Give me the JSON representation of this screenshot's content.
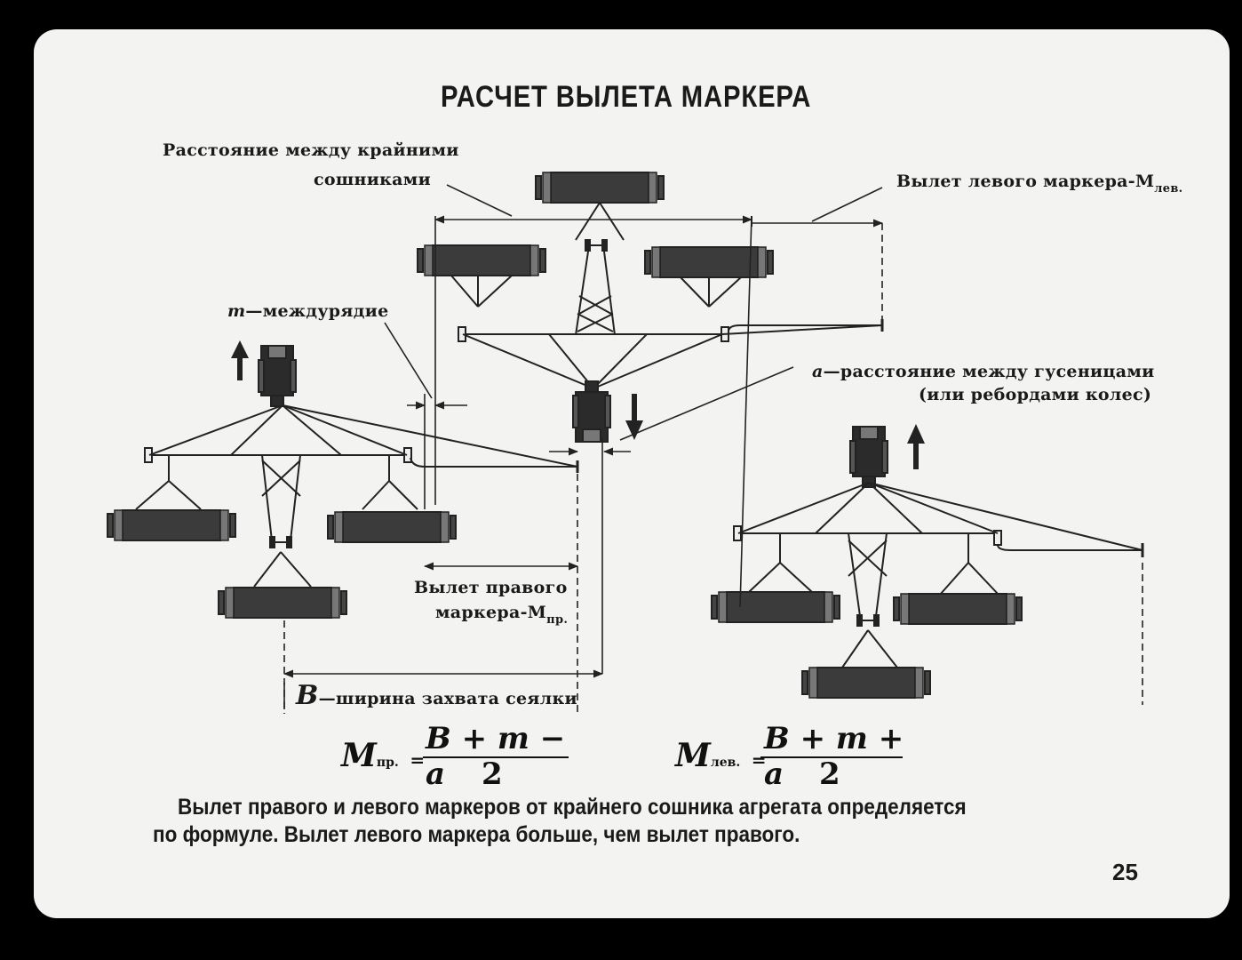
{
  "title": "РАСЧЕТ ВЫЛЕТА МАРКЕРА",
  "labels": {
    "coulter_distance_line1": "Расстояние между крайними",
    "coulter_distance_line2": "сошниками",
    "left_marker": "Вылет левого маркера-М",
    "left_marker_sub": "лев.",
    "row_spacing_symbol": "m",
    "row_spacing": "—междурядие",
    "track_distance_symbol": "a",
    "track_distance_line1": "—расстояние между гусеницами",
    "track_distance_line2": "(или ребордами колес)",
    "right_marker_line1": "Вылет правого",
    "right_marker_line2": "маркера-М",
    "right_marker_sub": "пр.",
    "width_symbol": "B",
    "width": "—ширина захвата сеялки"
  },
  "formulas": {
    "right": {
      "lhs": "M",
      "lhs_sub": "пр.",
      "eq": "=",
      "numerator": "B + m − a",
      "denominator": "2"
    },
    "left": {
      "lhs": "M",
      "lhs_sub": "лев.",
      "eq": "=",
      "numerator": "B + m + a",
      "denominator": "2"
    }
  },
  "caption": {
    "line1": "Вылет правого и левого маркеров от крайнего сошника агрегата определяется",
    "line2": "по формуле. Вылет левого маркера больше, чем вылет правого."
  },
  "page_number": "25"
}
